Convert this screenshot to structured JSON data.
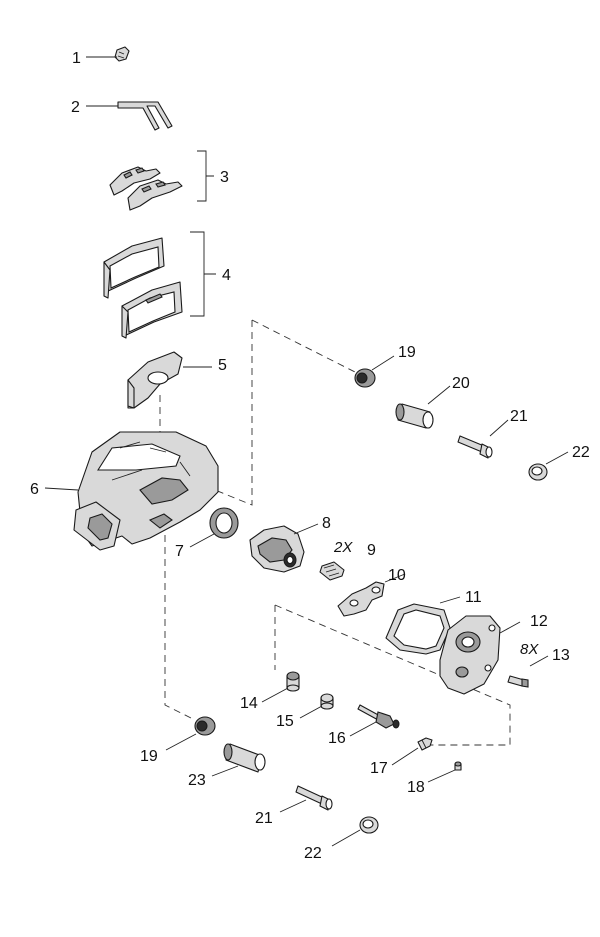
{
  "labels": {
    "n1": "1",
    "n2": "2",
    "n3": "3",
    "n4": "4",
    "n5": "5",
    "n6": "6",
    "n7": "7",
    "n8": "8",
    "n9": "9",
    "n10": "10",
    "n11": "11",
    "n12": "12",
    "n13": "13",
    "n14": "14",
    "n15": "15",
    "n16": "16",
    "n17": "17",
    "n18": "18",
    "n19a": "19",
    "n19b": "19",
    "n20": "20",
    "n21a": "21",
    "n21b": "21",
    "n22a": "22",
    "n22b": "22",
    "n23": "23"
  },
  "quantities": {
    "q9": "2X",
    "q13": "8X"
  }
}
